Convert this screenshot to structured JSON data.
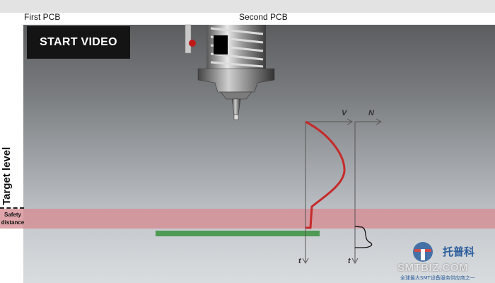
{
  "header": {
    "first_label": "First PCB",
    "second_label": "Second PCB"
  },
  "controls": {
    "start_video": "START VIDEO"
  },
  "annotations": {
    "target_level": "Target level",
    "safety_line1": "Safety",
    "safety_line2": "distance"
  },
  "axes": {
    "v_label": "V",
    "n_label": "N",
    "t_label_left": "t",
    "t_label_right": "t"
  },
  "watermark": {
    "cn": "托普科",
    "en": "SMTBIZ.COM",
    "sub": "全球最大SMT设备服务供应商之一"
  },
  "colors": {
    "velocity_curve": "#c62a2a",
    "pcb": "#4f9a55",
    "safety_band": "#d68c92",
    "button_bg": "#141414"
  }
}
